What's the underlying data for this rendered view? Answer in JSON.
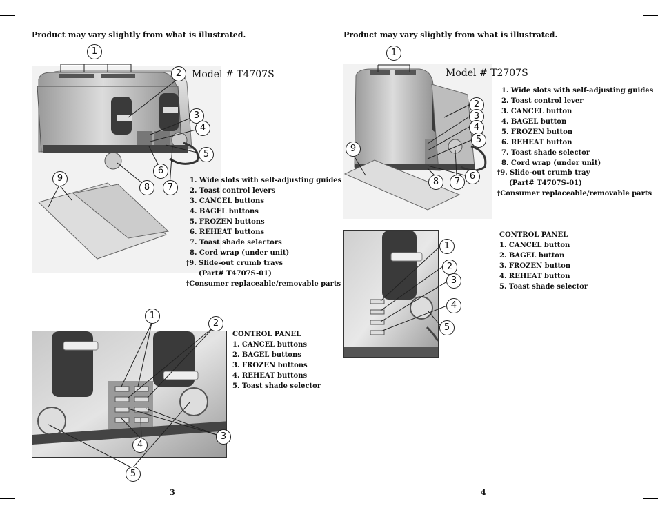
{
  "left_page": {
    "header": "Product may vary slightly from what is illustrated.",
    "model": "Model # T4707S",
    "parts": [
      "1. Wide slots with self-adjusting guides",
      "2. Toast control levers",
      "3. CANCEL buttons",
      "4. BAGEL buttons",
      "5. FROZEN buttons",
      "6. REHEAT buttons",
      "7. Toast shade selectors",
      "8. Cord wrap (under unit)",
      "†9. Slide-out crumb trays",
      "(Part# T4707S-01)",
      "†Consumer replaceable/removable parts"
    ],
    "control_panel": [
      "CONTROL PANEL",
      "1. CANCEL buttons",
      "2. BAGEL buttons",
      "3. FROZEN buttons",
      "4. REHEAT buttons",
      "5. Toast shade selector"
    ],
    "page_number": "3",
    "callouts_main": [
      "1",
      "2",
      "3",
      "4",
      "5",
      "6",
      "7",
      "8",
      "9"
    ],
    "callouts_panel": [
      "1",
      "2",
      "3",
      "4",
      "5"
    ]
  },
  "right_page": {
    "header": "Product may vary slightly from what is illustrated.",
    "model": "Model # T2707S",
    "parts": [
      "1. Wide slots with self-adjusting guides",
      "2. Toast control lever",
      "3. CANCEL button",
      "4. BAGEL button",
      "5. FROZEN button",
      "6. REHEAT button",
      "7. Toast shade selector",
      "8. Cord wrap (under unit)",
      "†9. Slide-out crumb tray",
      "(Part# T4707S-01)",
      "†Consumer replaceable/removable parts"
    ],
    "control_panel": [
      "CONTROL PANEL",
      "1. CANCEL button",
      "2. BAGEL button",
      "3. FROZEN button",
      "4. REHEAT button",
      "5. Toast shade selector"
    ],
    "page_number": "4",
    "callouts_main": [
      "1",
      "2",
      "3",
      "4",
      "5",
      "6",
      "7",
      "8",
      "9"
    ],
    "callouts_panel": [
      "1",
      "2",
      "3",
      "4",
      "5"
    ]
  }
}
